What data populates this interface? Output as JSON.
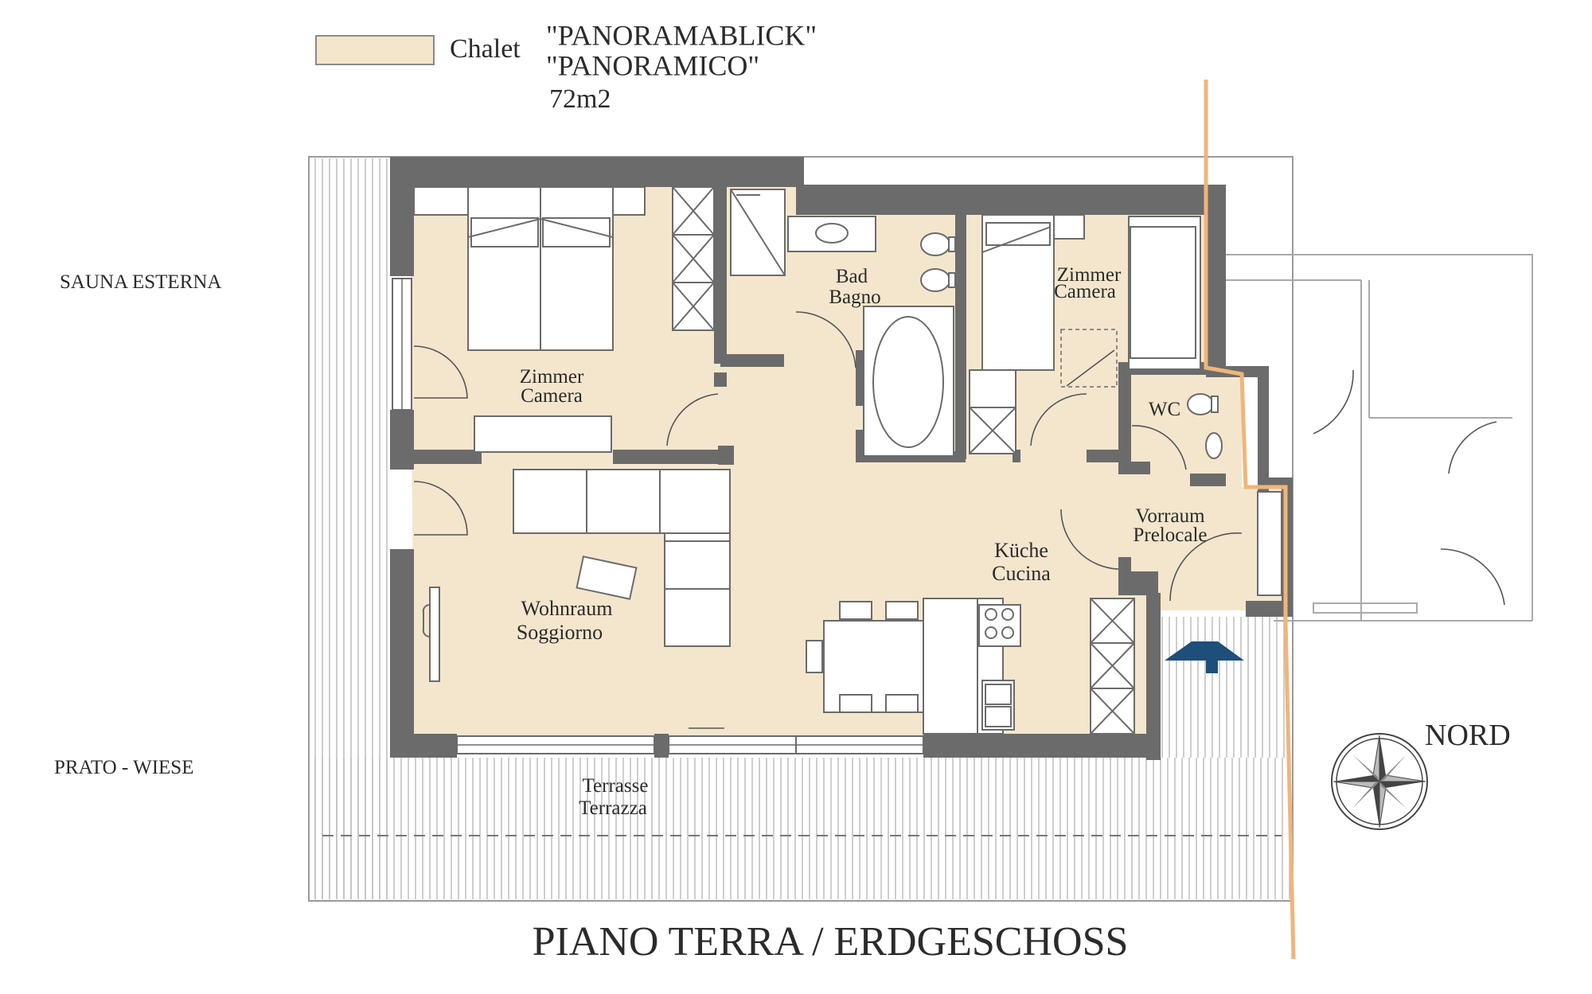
{
  "legend": {
    "swatch_color": "#f4e6cd",
    "label": "Chalet",
    "name_de": "\"PANORAMABLICK\"",
    "name_it": "\"PANORAMICO\"",
    "area": "72m2"
  },
  "outside_labels": {
    "sauna": "SAUNA ESTERNA",
    "lawn": "PRATO - WIESE",
    "north": "NORD"
  },
  "rooms": {
    "bedroom_large": [
      "Zimmer",
      "Camera"
    ],
    "bathroom": [
      "Bad",
      "Bagno"
    ],
    "bedroom_small": [
      "Zimmer",
      "Camera"
    ],
    "wc": "WC",
    "living": [
      "Wohnraum",
      "Soggiorno"
    ],
    "kitchen": [
      "Küche",
      "Cucina"
    ],
    "entrance": [
      "Vorraum",
      "Prelocale"
    ],
    "terrace": [
      "Terrasse",
      "Terrazza"
    ]
  },
  "floor_title": "PIANO TERRA / ERDGESCHOSS",
  "colors": {
    "wall": "#6b6b6b",
    "floor": "#f4e6cd",
    "property_line": "#f0b57a",
    "entrance_arrow": "#1d4f7a"
  },
  "icons": {
    "compass": "compass-rose-icon",
    "entrance": "entrance-arrow-icon"
  }
}
